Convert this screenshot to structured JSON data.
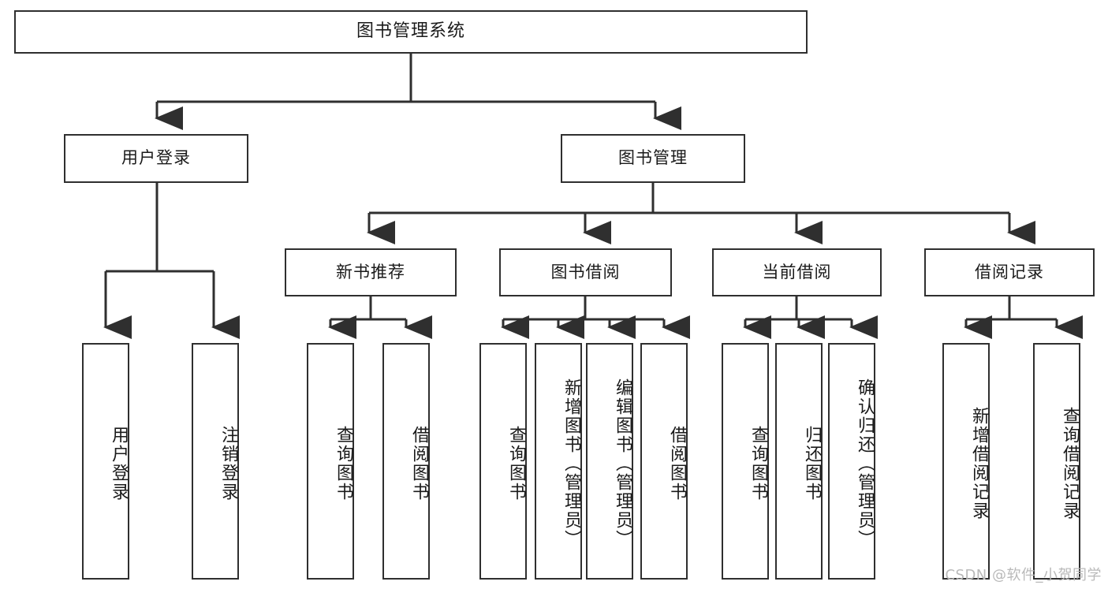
{
  "diagram": {
    "title": "图书管理系统",
    "type": "tree",
    "root": {
      "label": "图书管理系统"
    },
    "level2": [
      {
        "label": "用户登录"
      },
      {
        "label": "图书管理"
      }
    ],
    "level3": [
      {
        "label": "新书推荐"
      },
      {
        "label": "图书借阅"
      },
      {
        "label": "当前借阅"
      },
      {
        "label": "借阅记录"
      }
    ],
    "leaves": {
      "user_login": [
        {
          "label": "用户登录"
        },
        {
          "label": "注销登录"
        }
      ],
      "new_book_recommend": [
        {
          "label": "查询图书"
        },
        {
          "label": "借阅图书"
        }
      ],
      "book_borrow": [
        {
          "label": "查询图书"
        },
        {
          "label": "新增图书（管理员）"
        },
        {
          "label": "编辑图书（管理员）"
        },
        {
          "label": "借阅图书"
        }
      ],
      "current_borrow": [
        {
          "label": "查询图书"
        },
        {
          "label": "归还图书"
        },
        {
          "label": "确认归还（管理员）"
        }
      ],
      "borrow_record": [
        {
          "label": "新增借阅记录"
        },
        {
          "label": "查询借阅记录"
        }
      ]
    }
  },
  "watermark": {
    "text": "CSDN @软件_小贺同学"
  },
  "colors": {
    "border": "#2f2f2f",
    "background": "#ffffff",
    "text": "#1a1a1a",
    "watermark": "#b9b9b9"
  }
}
